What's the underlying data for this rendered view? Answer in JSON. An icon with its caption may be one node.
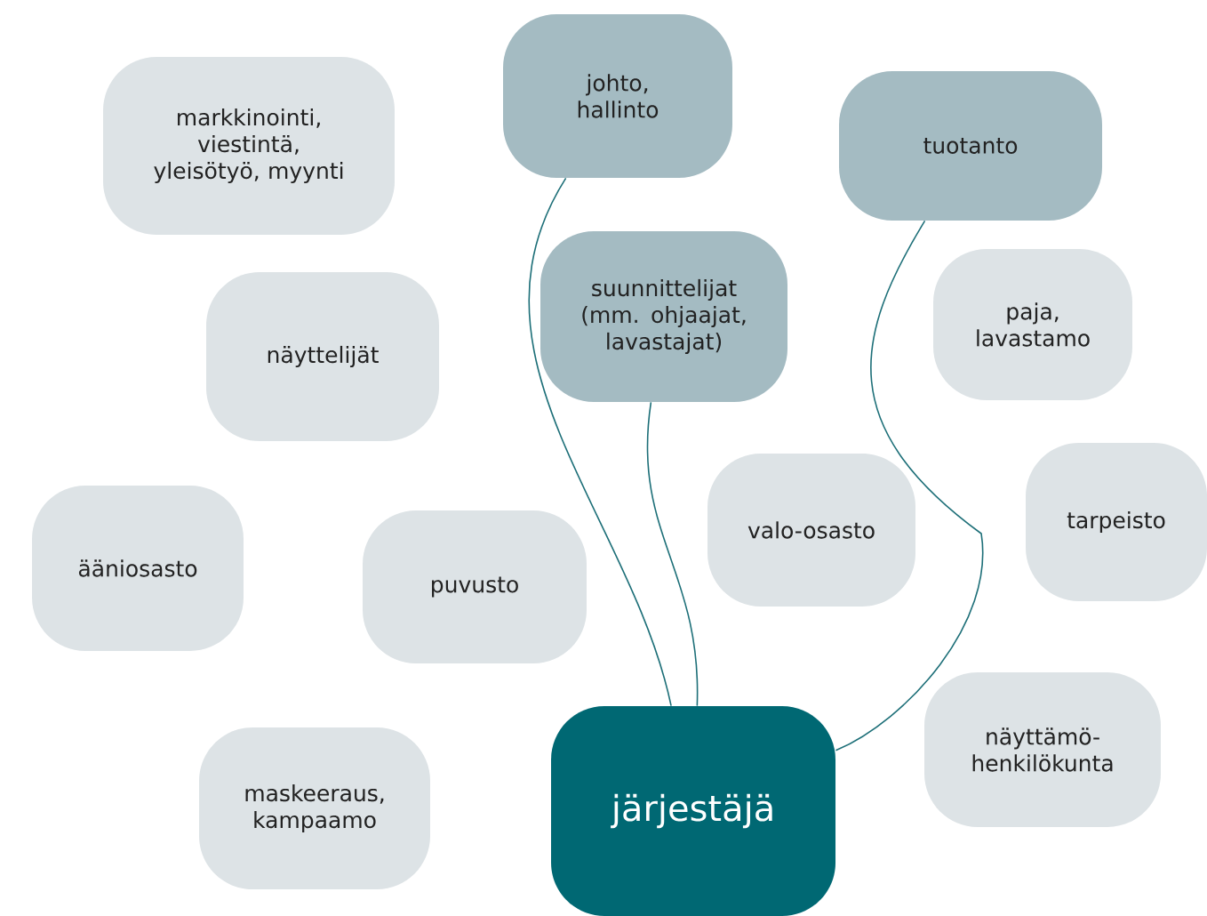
{
  "diagram": {
    "nodes": [
      {
        "text": [
          "johto, hallinto"
        ]
      },
      {
        "text": [
          "markkinointi, viestintä, yleisötyö, myynti"
        ]
      },
      {
        "text": [
          "tuotanto"
        ]
      },
      {
        "text": [
          "suunnittelijat (mm. ohjaajat, lavastajat)"
        ]
      },
      {
        "text": [
          "paja, lavastamo"
        ]
      },
      {
        "text": [
          "näyttelijät"
        ]
      },
      {
        "text": [
          "tarpeisto"
        ]
      },
      {
        "text": [
          "valo-osasto"
        ]
      },
      {
        "text": [
          "ääniosasto"
        ]
      },
      {
        "text": [
          "puvusto"
        ]
      },
      {
        "text": [
          "näyttämö-henkilökunta"
        ]
      },
      {
        "text": [
          "maskeeraus, kampaamo"
        ]
      },
      {
        "text": [
          "järjestäjä"
        ]
      }
    ],
    "edges": [
      {
        "from": 0,
        "to": 12,
        "arrow": "none"
      },
      {
        "from": 3,
        "to": 12,
        "arrow": "none"
      },
      {
        "from": 2,
        "to": 12,
        "arrow": "none"
      }
    ]
  }
}
